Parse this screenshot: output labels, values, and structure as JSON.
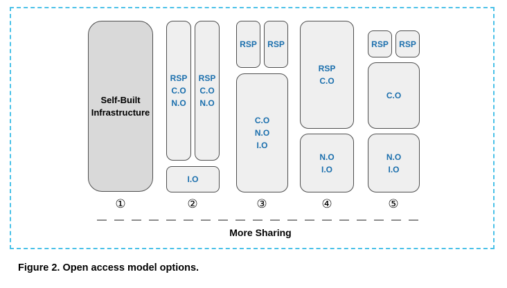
{
  "figure": {
    "caption": "Figure 2. Open access model options.",
    "more_sharing": "More Sharing"
  },
  "diagram": {
    "col1": {
      "number": "①",
      "main": "Self-Built\nInfrastructure"
    },
    "col2": {
      "number": "②",
      "stack_a": "RSP\nC.O\nN.O",
      "stack_b": "RSP\nC.O\nN.O",
      "io": "I.O"
    },
    "col3": {
      "number": "③",
      "rsp_a": "RSP",
      "rsp_b": "RSP",
      "main": "C.O\nN.O\nI.O"
    },
    "col4": {
      "number": "④",
      "top": "RSP\nC.O",
      "bottom": "N.O\nI.O"
    },
    "col5": {
      "number": "⑤",
      "rsp_a": "RSP",
      "rsp_b": "RSP",
      "co": "C.O",
      "no_io": "N.O\nI.O"
    },
    "colors": {
      "box_text": "#1b6fad",
      "dashed_frame": "#4ac1e8",
      "box_fill": "#efefef",
      "self_built_fill": "#d9d9d9",
      "box_border": "#4d4d4d"
    }
  }
}
